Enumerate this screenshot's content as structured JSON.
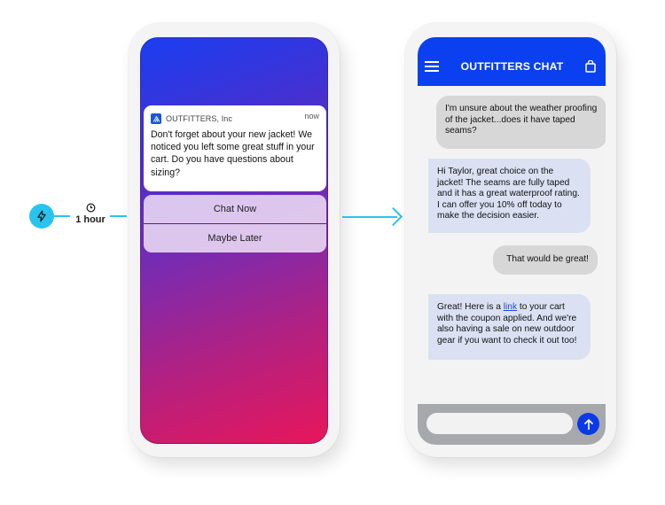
{
  "flow": {
    "trigger_icon": "lightning-bolt-icon",
    "delay_icon": "clock-icon",
    "delay_label": "1 hour",
    "accent_color": "#29c4ee"
  },
  "notification_phone": {
    "notification": {
      "app_icon": "outfitters-logo-icon",
      "app_name": "OUTFITTERS, Inc",
      "time": "now",
      "body": "Don't forget about your new jacket! We noticed you left some great stuff in your cart. Do you have questions about sizing?"
    },
    "actions": [
      {
        "label": "Chat Now"
      },
      {
        "label": "Maybe Later"
      }
    ],
    "gradient": [
      "#1a3ef2",
      "#e8165a"
    ]
  },
  "chat_phone": {
    "header": {
      "menu_icon": "hamburger-menu-icon",
      "title": "OUTFITTERS CHAT",
      "cart_icon": "shopping-bag-icon",
      "color": "#0a40f0"
    },
    "messages": [
      {
        "sender": "user",
        "text": "I'm unsure about the weather proofing of the jacket...does it have taped seams?"
      },
      {
        "sender": "bot",
        "text": "Hi Taylor, great choice on the jacket! The seams are fully taped and it has a great waterproof rating. I can offer you 10% off today to make the decision easier."
      },
      {
        "sender": "user",
        "text": "That would be great!"
      },
      {
        "sender": "bot",
        "text_before": "Great! Here is a ",
        "link_text": "link",
        "text_after": " to your cart with the coupon applied. And we're also having a sale on new outdoor gear if you want to check it out too!"
      }
    ],
    "composer": {
      "input_value": "",
      "send_icon": "arrow-up-icon"
    }
  }
}
